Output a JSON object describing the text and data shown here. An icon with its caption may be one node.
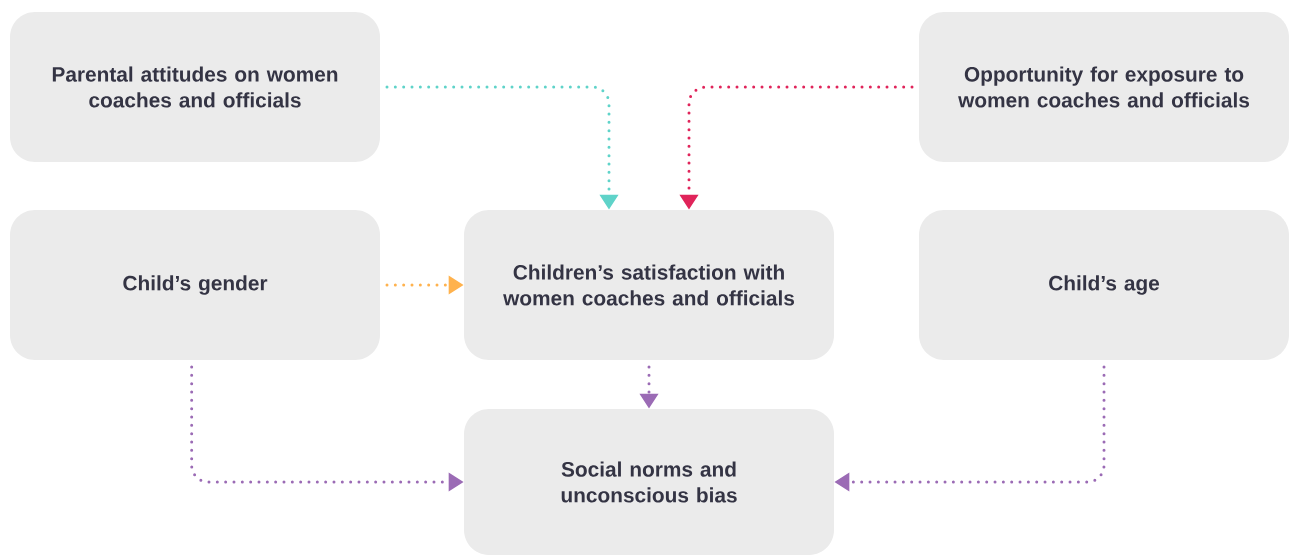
{
  "diagram": {
    "nodes": [
      {
        "text": [
          "Parental attitudes on women coaches and officials"
        ]
      },
      {
        "text": [
          "Opportunity for exposure to women coaches and officials"
        ]
      },
      {
        "text": [
          "Child’s gender"
        ]
      },
      {
        "text": [
          "Children’s satisfaction with women coaches and officials"
        ]
      },
      {
        "text": [
          "Child’s age"
        ]
      },
      {
        "text": [
          "Social norms and unconscious bias"
        ]
      }
    ],
    "edges": [
      {
        "from": 0,
        "to": 3,
        "arrow": "to",
        "color": "#5fd3c9"
      },
      {
        "from": 1,
        "to": 3,
        "arrow": "to",
        "color": "#e0245a"
      },
      {
        "from": 2,
        "to": 3,
        "arrow": "to",
        "color": "#ffb24d"
      },
      {
        "from": 3,
        "to": 5,
        "arrow": "to"
      },
      {
        "from": 2,
        "to": 5,
        "arrow": "to"
      },
      {
        "from": 4,
        "to": 5,
        "arrow": "to"
      }
    ]
  }
}
